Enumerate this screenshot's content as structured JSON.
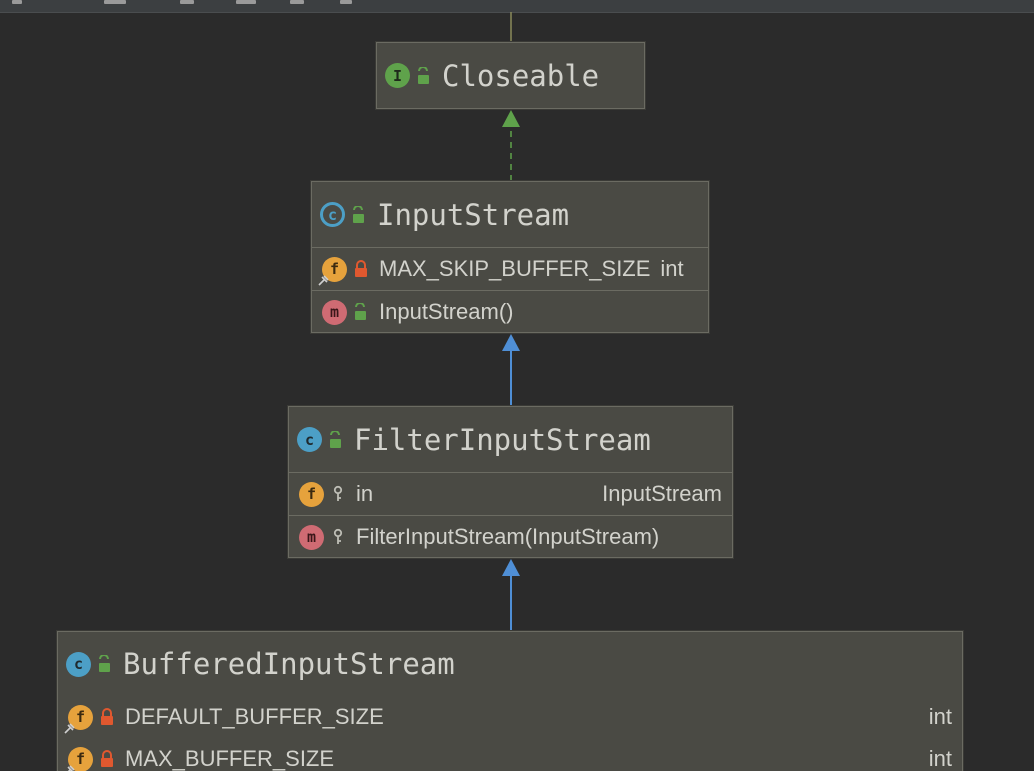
{
  "colors": {
    "background": "#2b2b2b",
    "node_fill": "#4a4a44",
    "node_border": "#6b6b62",
    "text": "#d2d2cc",
    "class_icon": "#4c9fc6",
    "interface_icon": "#5fa24b",
    "field_icon": "#e6a23c",
    "method_icon": "#cf6b73",
    "realization_edge": "#5fa24b",
    "generalization_edge": "#4f8fd6"
  },
  "icon_letters": {
    "class": "c",
    "abstract_class": "c",
    "interface": "I",
    "field": "f",
    "method": "m"
  },
  "nodes": {
    "closeable": {
      "title": "Closeable",
      "kind_icon": "interface-icon",
      "visibility_icon": "public-lock-icon"
    },
    "inputstream": {
      "title": "InputStream",
      "kind_icon": "abstract-class-icon",
      "visibility_icon": "public-lock-icon",
      "fields": [
        {
          "name": "MAX_SKIP_BUFFER_SIZE",
          "type": "int",
          "visibility_icon": "private-lock-icon",
          "static": true
        }
      ],
      "methods": [
        {
          "signature": "InputStream()",
          "visibility_icon": "public-lock-icon"
        }
      ]
    },
    "filterinputstream": {
      "title": "FilterInputStream",
      "kind_icon": "class-icon",
      "visibility_icon": "public-lock-icon",
      "fields": [
        {
          "name": "in",
          "type": "InputStream",
          "visibility_icon": "protected-key-icon",
          "static": false
        }
      ],
      "methods": [
        {
          "signature": "FilterInputStream(InputStream)",
          "visibility_icon": "protected-key-icon"
        }
      ]
    },
    "bufferedinputstream": {
      "title": "BufferedInputStream",
      "kind_icon": "class-icon",
      "visibility_icon": "public-lock-icon",
      "fields": [
        {
          "name": "DEFAULT_BUFFER_SIZE",
          "type": "int",
          "visibility_icon": "private-lock-icon",
          "static": true
        },
        {
          "name": "MAX_BUFFER_SIZE",
          "type": "int",
          "visibility_icon": "private-lock-icon",
          "static": true
        }
      ]
    }
  },
  "edges": [
    {
      "from": "inputstream",
      "to": "closeable",
      "kind": "realization"
    },
    {
      "from": "filterinputstream",
      "to": "inputstream",
      "kind": "generalization"
    },
    {
      "from": "bufferedinputstream",
      "to": "filterinputstream",
      "kind": "generalization"
    }
  ]
}
